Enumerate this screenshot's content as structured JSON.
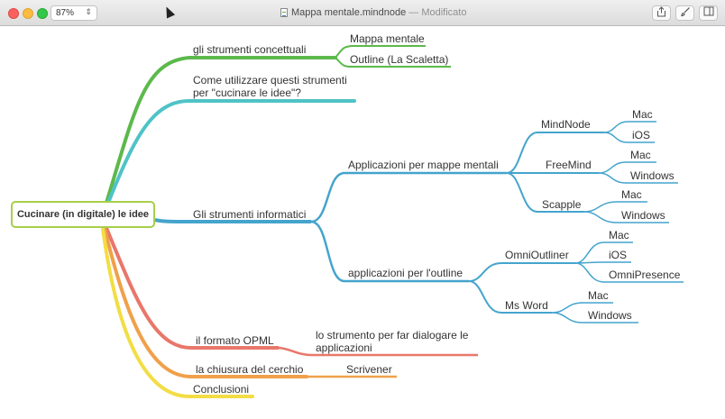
{
  "window": {
    "title": "Mappa mentale.mindnode",
    "status": "Modificato",
    "separator": "—",
    "zoom": "87%"
  },
  "colors": {
    "green": "#5cb94b",
    "teal": "#4fc3c7",
    "blue": "#44a4cd",
    "red": "#e8776a",
    "orange": "#f0a04a",
    "yellow": "#f3dd44",
    "central_border": "#a7cf49"
  },
  "toolbar": {
    "share_icon": "share-icon",
    "brush_icon": "brush-icon",
    "sidebar_icon": "sidebar-icon"
  },
  "mindmap": {
    "central": "Cucinare (in digitale) le idee",
    "nodes": {
      "strumenti_concettuali": "gli strumenti concettuali",
      "mappa_mentale": "Mappa mentale",
      "outline": "Outline (La Scaletta)",
      "come_utilizzare": "Come utilizzare questi strumenti\nper \"cucinare le idee\"?",
      "strumenti_informatici": "Gli strumenti informatici",
      "app_mappe": "Applicazioni per mappe mentali",
      "mindnode": "MindNode",
      "mindnode_mac": "Mac",
      "mindnode_ios": "iOS",
      "freemind": "FreeMind",
      "freemind_mac": "Mac",
      "freemind_windows": "Windows",
      "scapple": "Scapple",
      "scapple_mac": "Mac",
      "scapple_windows": "Windows",
      "app_outline": "applicazioni per l'outline",
      "omnioutliner": "OmniOutliner",
      "omni_mac": "Mac",
      "omni_ios": "iOS",
      "omni_presence": "OmniPresence",
      "msword": "Ms Word",
      "word_mac": "Mac",
      "word_windows": "Windows",
      "opml": "il formato OPML",
      "opml_desc": "lo strumento per far dialogare le\napplicazioni",
      "chiusura": "la chiusura del cerchio",
      "scrivener": "Scrivener",
      "conclusioni": "Conclusioni"
    }
  }
}
